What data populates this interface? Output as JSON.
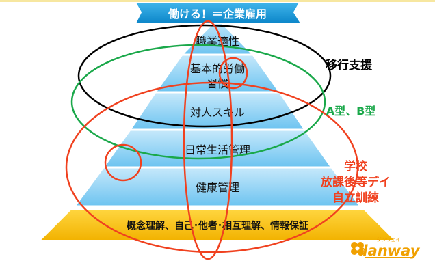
{
  "title": "働ける！＝企業雇用",
  "levels": [
    "職業適性",
    "基本的労働",
    "習慣",
    "対人スキル",
    "日常生活管理",
    "健康管理"
  ],
  "base_label": "概念理解、自己･他者･相互理解、情報保証",
  "annotations": {
    "transition": "移行支援",
    "ab_type": "A型、B型",
    "school_line1": "学校",
    "school_line2": "放課後等デイ",
    "school_line3": "自立訓練"
  },
  "logo": {
    "text": "danway",
    "ruby": "ダンウェイ"
  },
  "colors": {
    "pyramid_light": "#a6d9f5",
    "pyramid_dark": "#0f95d8",
    "base": "#f9c200",
    "banner": "#1b9ad8",
    "black_ellipse": "#000000",
    "green": "#1aa84a",
    "red": "#f0411f",
    "logo_orange": "#f0a000"
  }
}
